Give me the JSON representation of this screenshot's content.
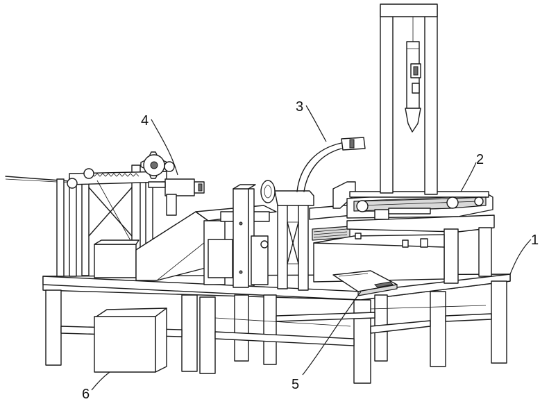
{
  "labels": [
    {
      "id": "label-1",
      "text": "1"
    },
    {
      "id": "label-2",
      "text": "2"
    },
    {
      "id": "label-3",
      "text": "3"
    },
    {
      "id": "label-4",
      "text": "4"
    },
    {
      "id": "label-5",
      "text": "5"
    },
    {
      "id": "label-6",
      "text": "6"
    }
  ],
  "colors": {
    "line": "#1a1a1a",
    "shade": "#d9d9d9",
    "dark": "#6e6e6e",
    "background": "#ffffff"
  }
}
